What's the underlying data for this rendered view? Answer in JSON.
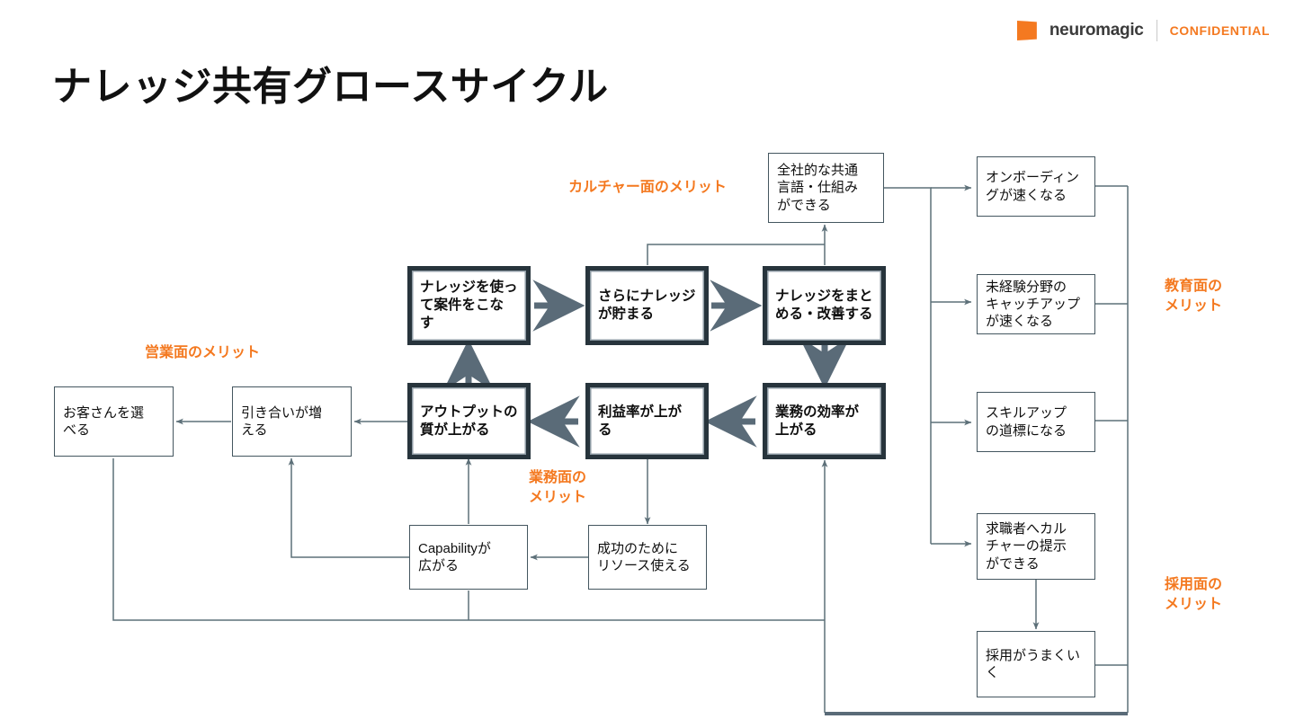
{
  "brand": {
    "mark": "neuromagic-logo-icon",
    "name": "neuromagic",
    "confidential": "CONFIDENTIAL",
    "accent_color": "#f47920"
  },
  "title": "ナレッジ共有グロースサイクル",
  "colors": {
    "accent": "#f47920",
    "core_border": "#27343c",
    "plain_border": "#44565f",
    "connector": "#5d7079",
    "thick_connector": "#5a6b78",
    "text": "#0f0f0f"
  },
  "captions": [
    {
      "id": "culture",
      "text": "カルチャー面のメリット"
    },
    {
      "id": "sales",
      "text": "営業面のメリット"
    },
    {
      "id": "operation",
      "text": "業務面の\nメリット"
    },
    {
      "id": "education",
      "text": "教育面の\nメリット"
    },
    {
      "id": "recruit",
      "text": "採用面の\nメリット"
    }
  ],
  "nodes": [
    {
      "id": "common-language",
      "style": "plain",
      "text": "全社的な共通\n言語・仕組み\nができる"
    },
    {
      "id": "use-knowledge",
      "style": "core",
      "text": "ナレッジを使っ\nて案件をこな\nす"
    },
    {
      "id": "accumulate",
      "style": "core",
      "text": "さらにナレッジ\nが貯まる"
    },
    {
      "id": "organize",
      "style": "core",
      "text": "ナレッジをまと\nめる・改善する"
    },
    {
      "id": "output-quality",
      "style": "core",
      "text": "アウトプットの\n質が上がる"
    },
    {
      "id": "profit-rate",
      "style": "core",
      "text": "利益率が上が\nる"
    },
    {
      "id": "work-efficiency",
      "style": "core",
      "text": "業務の効率が\n上がる"
    },
    {
      "id": "choose-clients",
      "style": "plain",
      "text": "お客さんを選\nべる"
    },
    {
      "id": "more-inquiries",
      "style": "plain",
      "text": "引き合いが増\nえる"
    },
    {
      "id": "capability",
      "style": "plain",
      "text": "Capabilityが\n広がる"
    },
    {
      "id": "resources",
      "style": "plain",
      "text": "成功のために\nリソース使える"
    },
    {
      "id": "onboarding",
      "style": "plain",
      "text": "オンボーディン\nグが速くなる"
    },
    {
      "id": "catchup",
      "style": "plain",
      "text": "未経験分野の\nキャッチアップ\nが速くなる"
    },
    {
      "id": "skillup",
      "style": "plain",
      "text": "スキルアップ\nの道標になる"
    },
    {
      "id": "culture-show",
      "style": "plain",
      "text": "求職者へカル\nチャーの提示\nができる"
    },
    {
      "id": "hiring",
      "style": "plain",
      "text": "採用がうまくい\nく"
    }
  ],
  "edges": [
    {
      "from": "use-knowledge",
      "to": "accumulate",
      "weight": "thick"
    },
    {
      "from": "accumulate",
      "to": "organize",
      "weight": "thick"
    },
    {
      "from": "organize",
      "to": "work-efficiency",
      "weight": "thick"
    },
    {
      "from": "work-efficiency",
      "to": "profit-rate",
      "weight": "thick"
    },
    {
      "from": "profit-rate",
      "to": "output-quality",
      "weight": "thick"
    },
    {
      "from": "output-quality",
      "to": "use-knowledge",
      "weight": "thick"
    },
    {
      "from": "accumulate",
      "to": "common-language",
      "weight": "thin"
    },
    {
      "from": "organize",
      "to": "common-language",
      "weight": "thin"
    },
    {
      "from": "common-language",
      "to": "onboarding",
      "weight": "thin"
    },
    {
      "from": "common-language",
      "to": "catchup",
      "weight": "thin"
    },
    {
      "from": "common-language",
      "to": "skillup",
      "weight": "thin"
    },
    {
      "from": "common-language",
      "to": "culture-show",
      "weight": "thin"
    },
    {
      "from": "culture-show",
      "to": "hiring",
      "weight": "thin"
    },
    {
      "from": "output-quality",
      "to": "more-inquiries",
      "weight": "thin"
    },
    {
      "from": "more-inquiries",
      "to": "choose-clients",
      "weight": "thin"
    },
    {
      "from": "profit-rate",
      "to": "resources",
      "weight": "thin"
    },
    {
      "from": "resources",
      "to": "capability",
      "weight": "thin"
    },
    {
      "from": "capability",
      "to": "output-quality",
      "weight": "thin"
    },
    {
      "from": "capability",
      "to": "more-inquiries",
      "weight": "thin"
    },
    {
      "from": "choose-clients",
      "to": "work-efficiency",
      "weight": "thin"
    },
    {
      "from": "hiring",
      "to": "work-efficiency",
      "weight": "thin"
    }
  ]
}
